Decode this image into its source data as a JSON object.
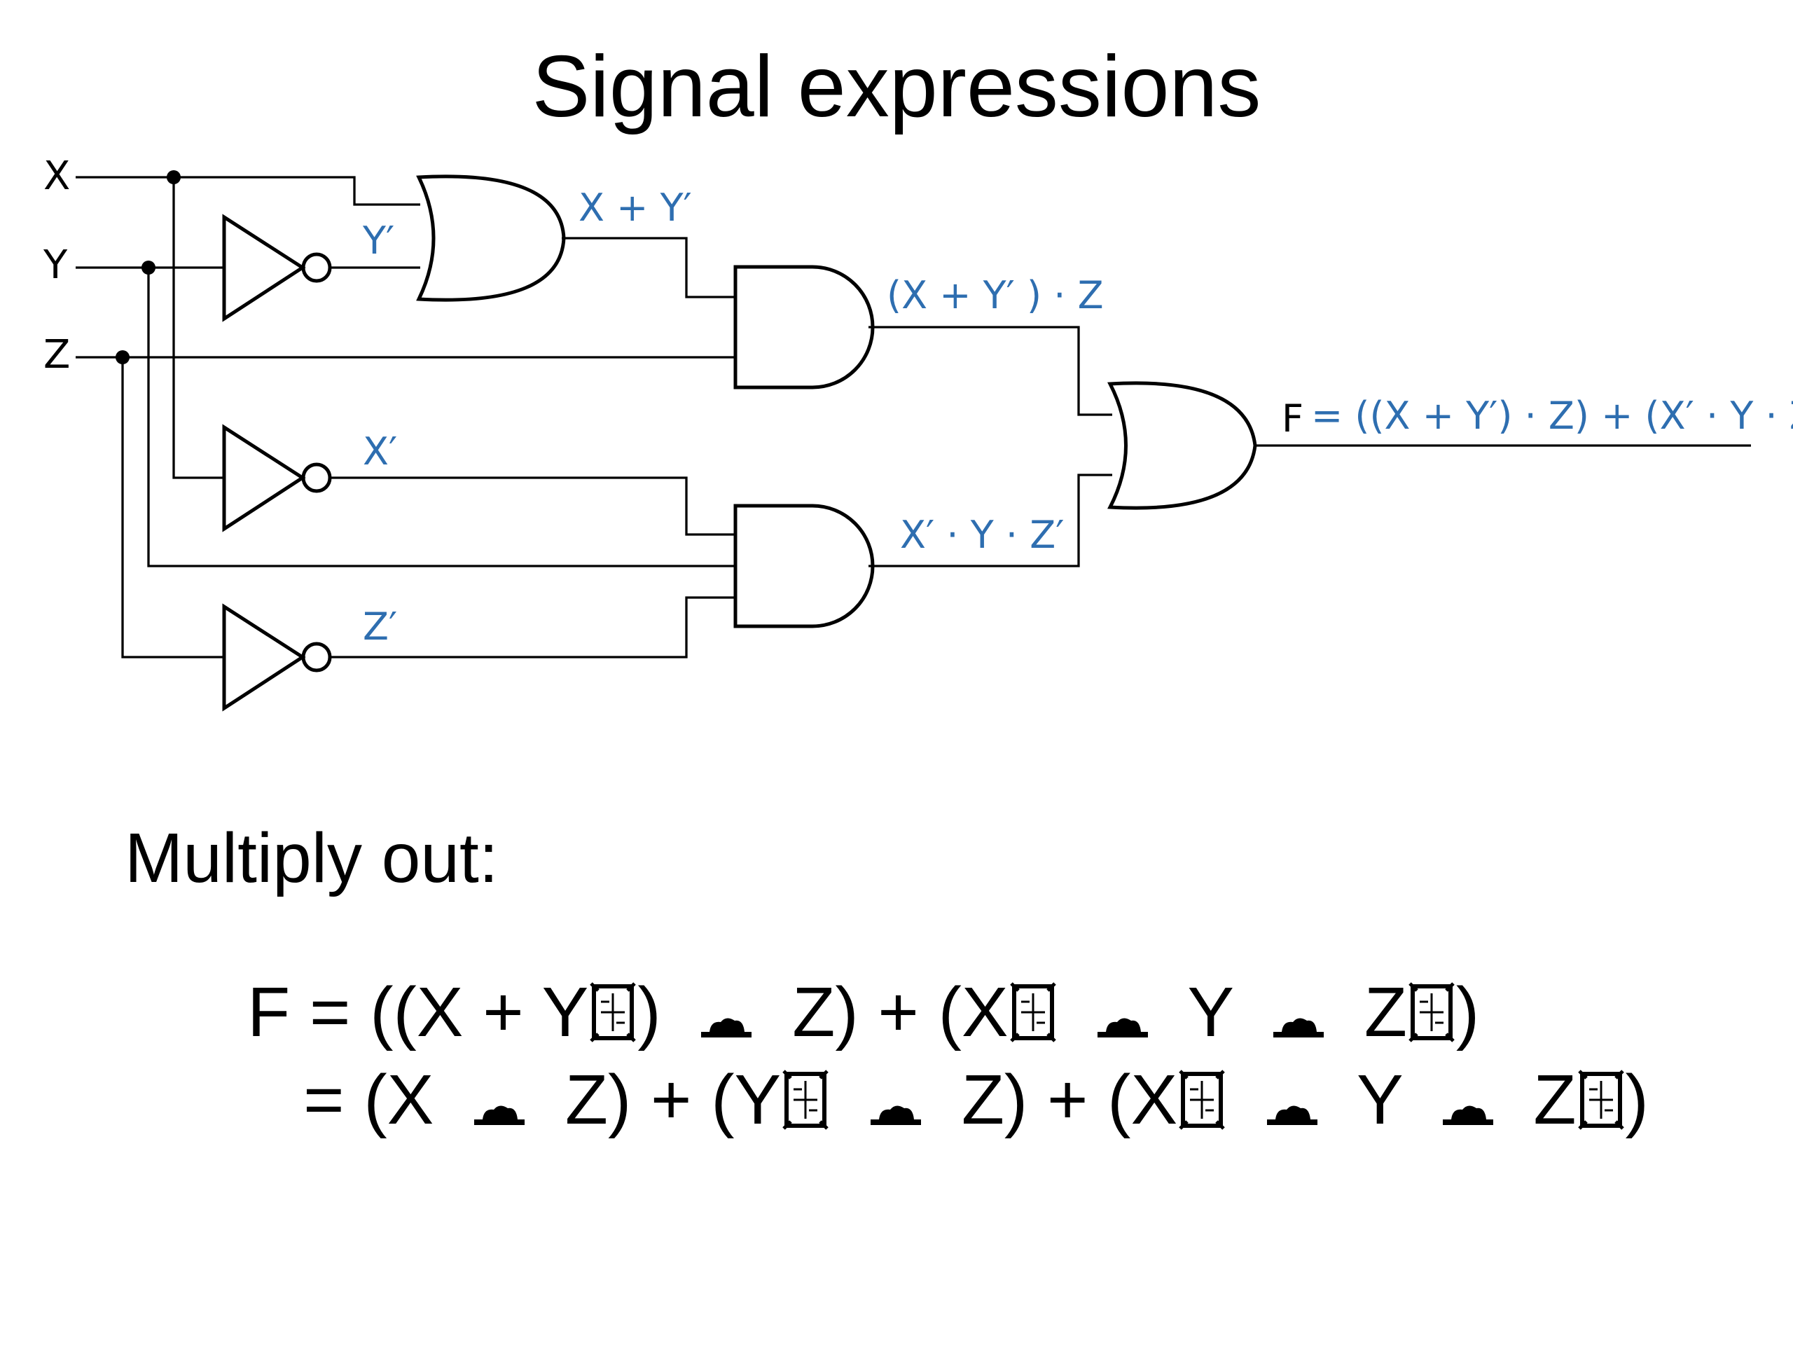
{
  "title": "Signal expressions",
  "inputs": {
    "x": "X",
    "y": "Y",
    "z": "Z"
  },
  "signals": {
    "y_not": "Y′",
    "x_or_ynot": "X + Y′",
    "and1": "(X + Y′ ) · Z",
    "x_not": "X′",
    "and2": "X′ · Y · Z′",
    "z_not": "Z′",
    "f_prefix": "F",
    "f_expr": "= ((X + Y′) · Z)  + (X′ · Y · Z′)"
  },
  "work": {
    "heading": "Multiply out:",
    "line1": {
      "a": "F = ((X + Y",
      "b": ") ",
      "c": " Z) + (X",
      "d": " ",
      "e": " Y ",
      "f": " Z",
      "g": ")"
    },
    "line2": {
      "a": "= (X ",
      "b": " Z) + (Y",
      "c": " ",
      "d": " Z) + (X",
      "e": " ",
      "f": " Y ",
      "g": " Z",
      "h": ")"
    }
  },
  "colors": {
    "signal_label": "#2e6eb0",
    "wire": "#000000"
  },
  "glyph_icons": [
    "broken-prime-glyph-icon",
    "broken-dot-glyph-icon"
  ]
}
